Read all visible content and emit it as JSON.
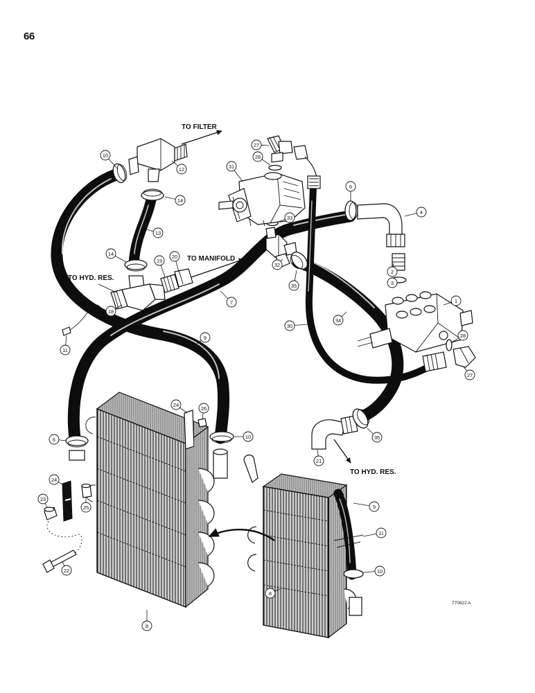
{
  "page": {
    "number": "66"
  },
  "labels": {
    "to_filter": "TO FILTER",
    "to_manifold": "TO MANIFOLD",
    "to_hyd_res_top": "TO HYD. RES.",
    "to_hyd_res_bottom": "TO HYD. RES."
  },
  "reference_code": "770822 A",
  "callouts": [
    {
      "id": "c10a",
      "text": "10"
    },
    {
      "id": "c12",
      "text": "12"
    },
    {
      "id": "c14a",
      "text": "14"
    },
    {
      "id": "c13",
      "text": "13"
    },
    {
      "id": "c14b",
      "text": "14"
    },
    {
      "id": "c27a",
      "text": "27"
    },
    {
      "id": "c28a",
      "text": "28"
    },
    {
      "id": "c31",
      "text": "31"
    },
    {
      "id": "c6a",
      "text": "6"
    },
    {
      "id": "c4",
      "text": "4"
    },
    {
      "id": "c33",
      "text": "33"
    },
    {
      "id": "c32",
      "text": "32"
    },
    {
      "id": "c35a",
      "text": "35"
    },
    {
      "id": "c2",
      "text": "2"
    },
    {
      "id": "c3",
      "text": "3"
    },
    {
      "id": "c1",
      "text": "1"
    },
    {
      "id": "c19",
      "text": "19"
    },
    {
      "id": "c20",
      "text": "20"
    },
    {
      "id": "c7",
      "text": "7"
    },
    {
      "id": "c18",
      "text": "18"
    },
    {
      "id": "c11a",
      "text": "11"
    },
    {
      "id": "c30",
      "text": "30"
    },
    {
      "id": "c34",
      "text": "34"
    },
    {
      "id": "c28b",
      "text": "28"
    },
    {
      "id": "c27b",
      "text": "27"
    },
    {
      "id": "c9a",
      "text": "9"
    },
    {
      "id": "c24a",
      "text": "24"
    },
    {
      "id": "c26",
      "text": "26"
    },
    {
      "id": "c6b",
      "text": "6"
    },
    {
      "id": "c10b",
      "text": "10"
    },
    {
      "id": "c35b",
      "text": "35"
    },
    {
      "id": "c21",
      "text": "21"
    },
    {
      "id": "c24b",
      "text": "24"
    },
    {
      "id": "c23",
      "text": "23"
    },
    {
      "id": "c25",
      "text": "25"
    },
    {
      "id": "c22",
      "text": "22"
    },
    {
      "id": "c8a",
      "text": "8"
    },
    {
      "id": "c9b",
      "text": "9"
    },
    {
      "id": "c11b",
      "text": "11"
    },
    {
      "id": "c10c",
      "text": "10"
    },
    {
      "id": "c8b",
      "text": "8"
    }
  ]
}
